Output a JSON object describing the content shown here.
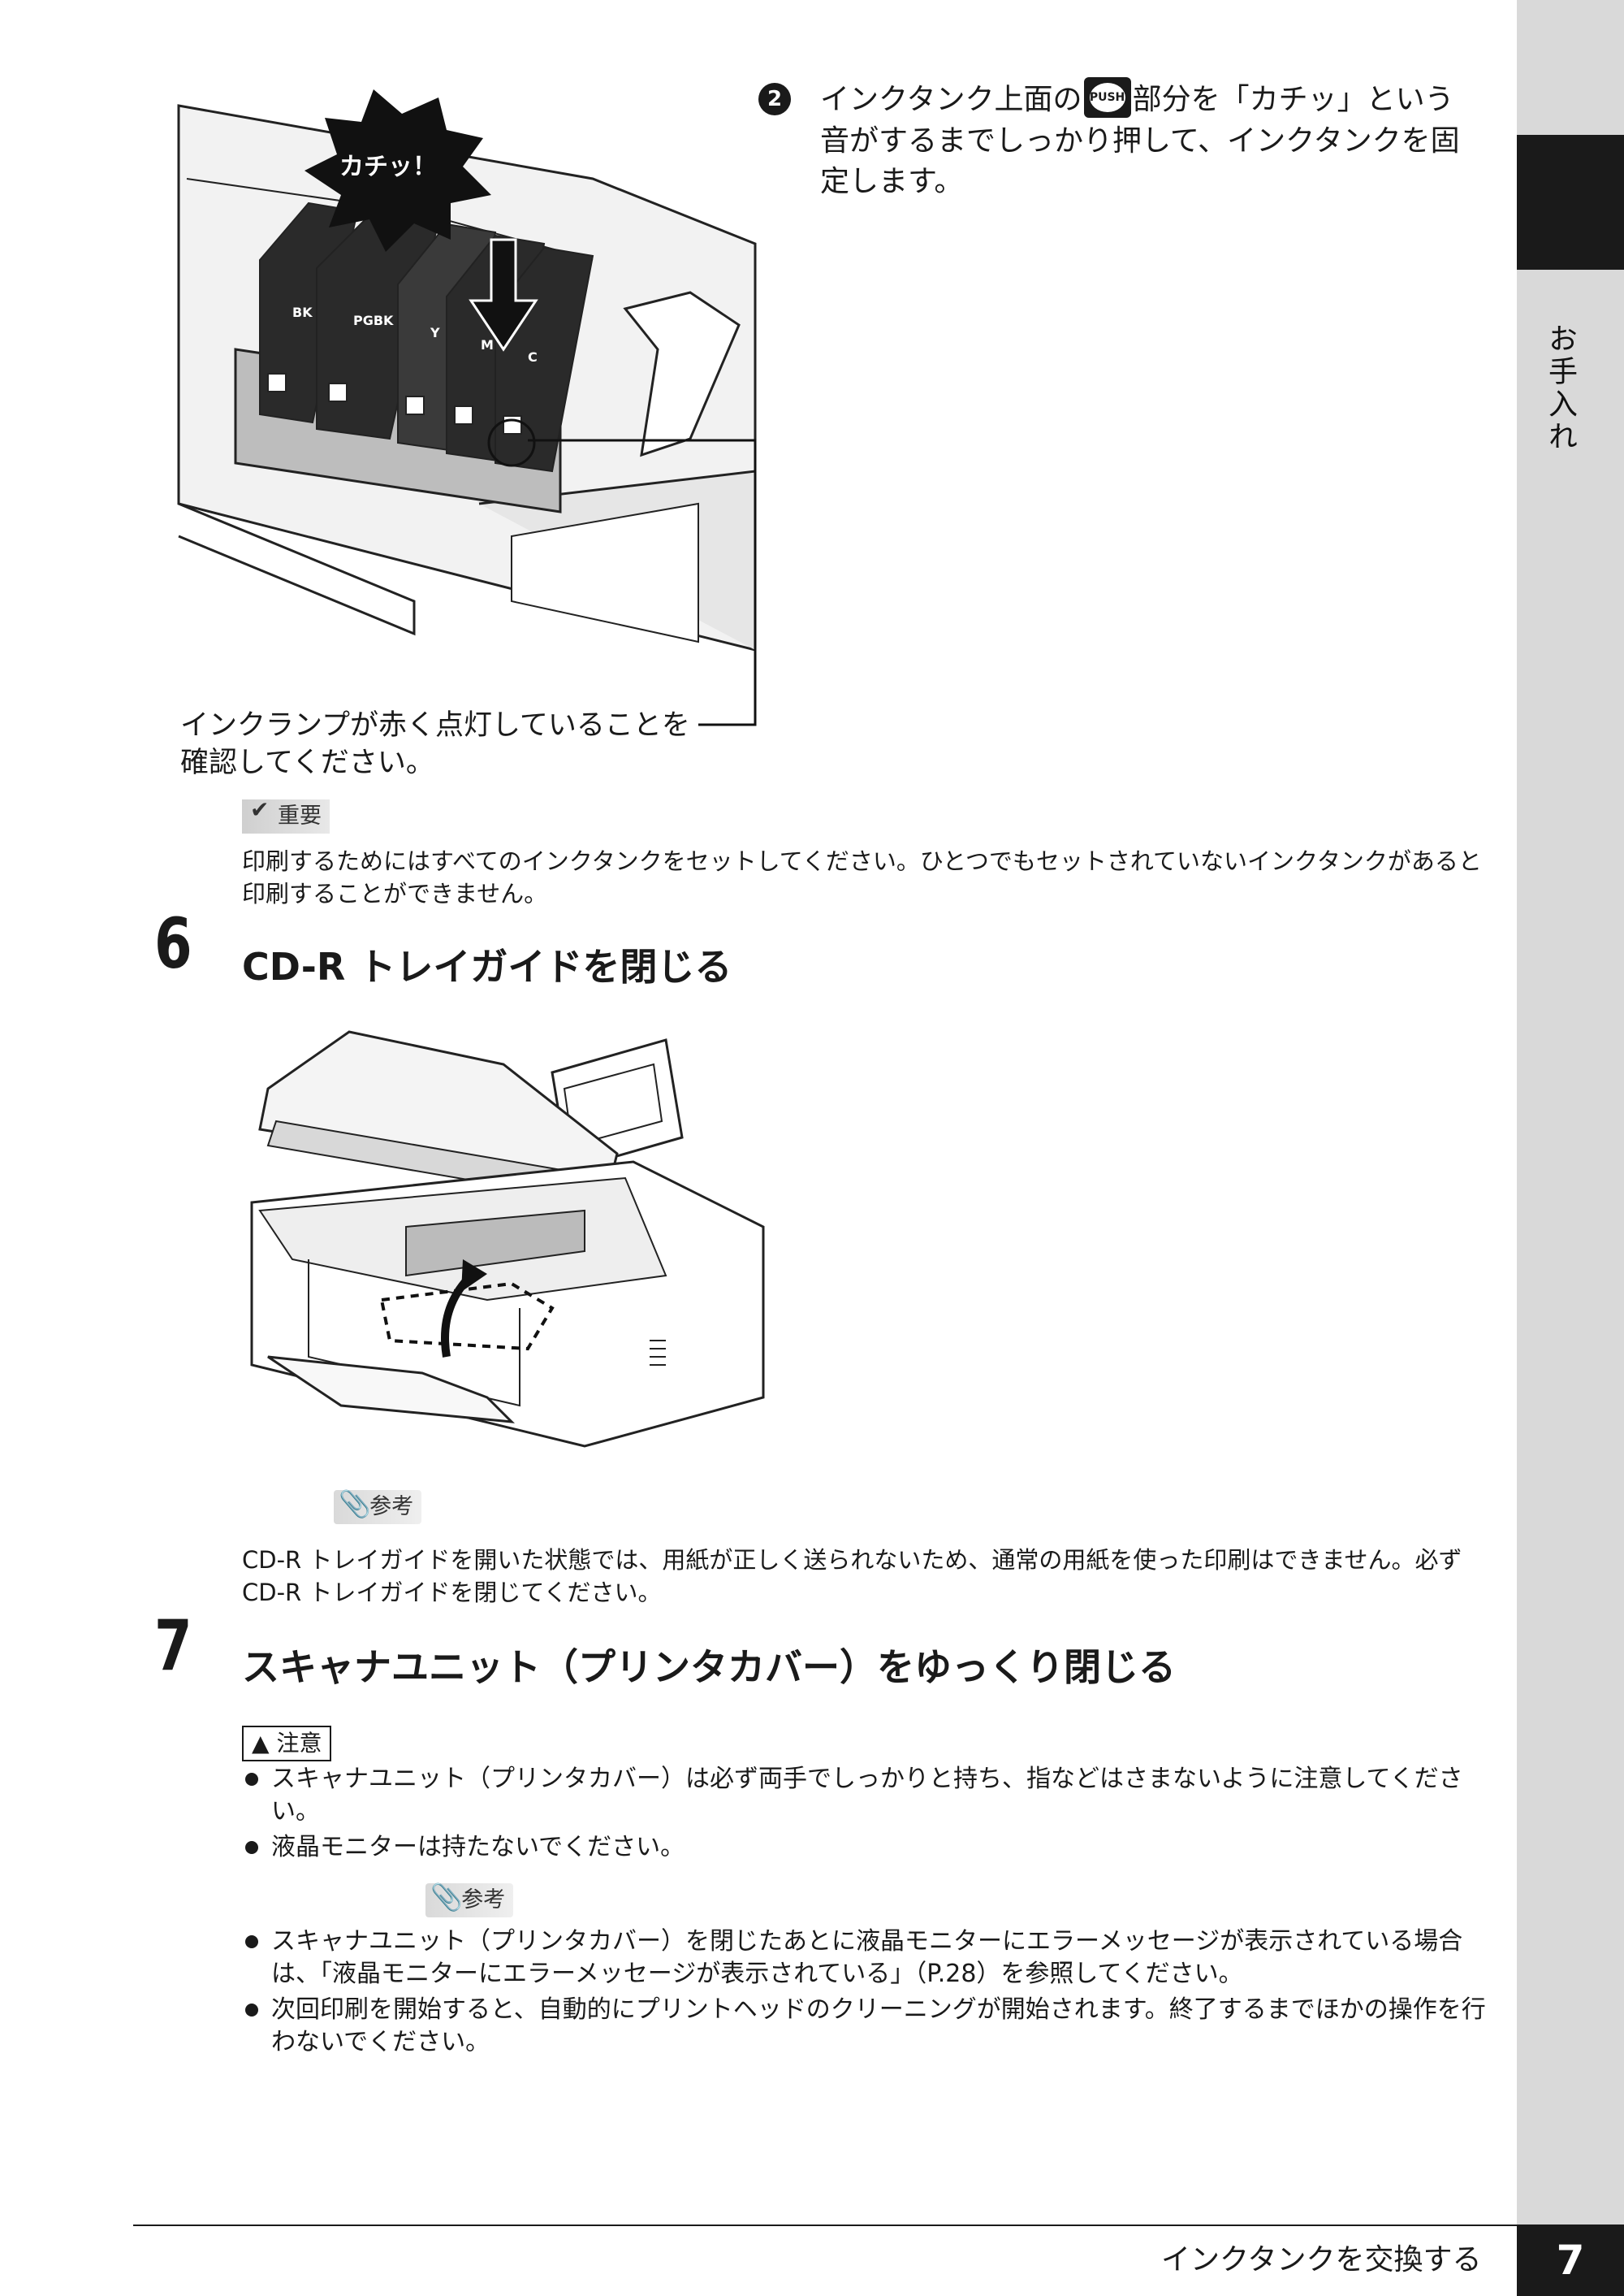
{
  "side_tab": {
    "label": "お手入れ"
  },
  "figure1": {
    "burst_text": "カチッ！",
    "cartridge_labels": [
      "BK",
      "PGBK",
      "Y",
      "M",
      "C"
    ],
    "callout": "インクランプが赤く点灯していることを確認してください。"
  },
  "step2": {
    "number": "2",
    "text_before": "インクタンク上面の",
    "push_label": "PUSH",
    "text_after": "部分を「カチッ」という音がするまでしっかり押して、インクタンクを固定します。"
  },
  "important": {
    "badge": "重要",
    "text": "印刷するためにはすべてのインクタンクをセットしてください。ひとつでもセットされていないインクタンクがあると印刷することができません。"
  },
  "step6": {
    "number": "6",
    "title": "CD-R トレイガイドを閉じる",
    "ref_badge": "参考",
    "ref_text": "CD-R トレイガイドを開いた状態では、用紙が正しく送られないため、通常の用紙を使った印刷はできません。必ず CD-R トレイガイドを閉じてください。"
  },
  "step7": {
    "number": "7",
    "title": "スキャナユニット（プリンタカバー）をゆっくり閉じる",
    "caution_label": "注意",
    "caution_items": [
      "スキャナユニット（プリンタカバー）は必ず両手でしっかりと持ち、指などはさまないように注意してください。",
      "液晶モニターは持たないでください。"
    ],
    "ref_badge": "参考",
    "ref_items": [
      "スキャナユニット（プリンタカバー）を閉じたあとに液晶モニターにエラーメッセージが表示されている場合は、「液晶モニターにエラーメッセージが表示されている」（P.28）を参照してください。",
      "次回印刷を開始すると、自動的にプリントヘッドのクリーニングが開始されます。終了するまでほかの操作を行わないでください。"
    ]
  },
  "footer": {
    "section": "インクタンクを交換する",
    "page": "7"
  }
}
